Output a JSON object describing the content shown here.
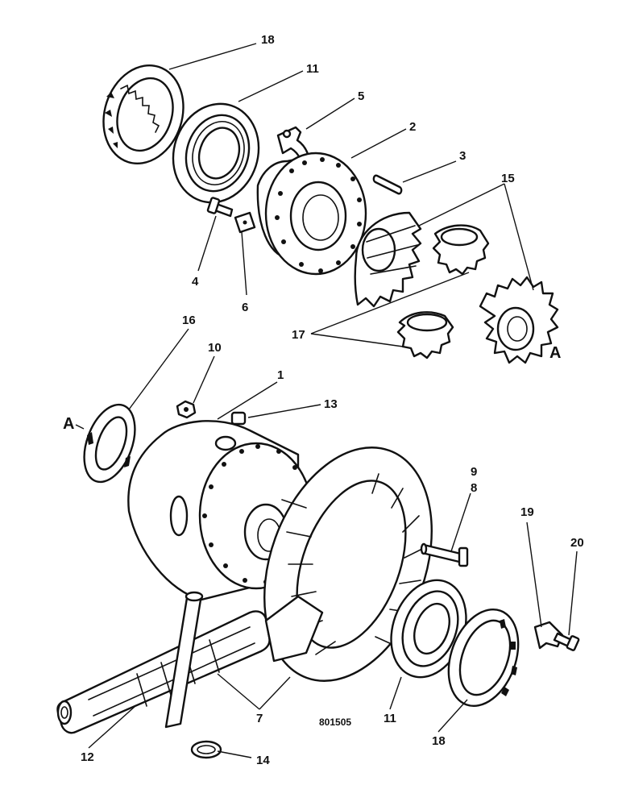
{
  "callouts": {
    "c18_top": "18",
    "c11_top": "11",
    "c5": "5",
    "c2": "2",
    "c3": "3",
    "c15": "15",
    "c4": "4",
    "c6": "6",
    "c17": "17",
    "cA_right": "A",
    "c16": "16",
    "c10": "10",
    "c1": "1",
    "c13": "13",
    "cA_left": "A",
    "c9": "9",
    "c8": "8",
    "c19": "19",
    "c20": "20",
    "c7": "7",
    "c11_bottom": "11",
    "c18_bottom": "18",
    "c12": "12",
    "c14": "14"
  },
  "reference_code": "801505"
}
